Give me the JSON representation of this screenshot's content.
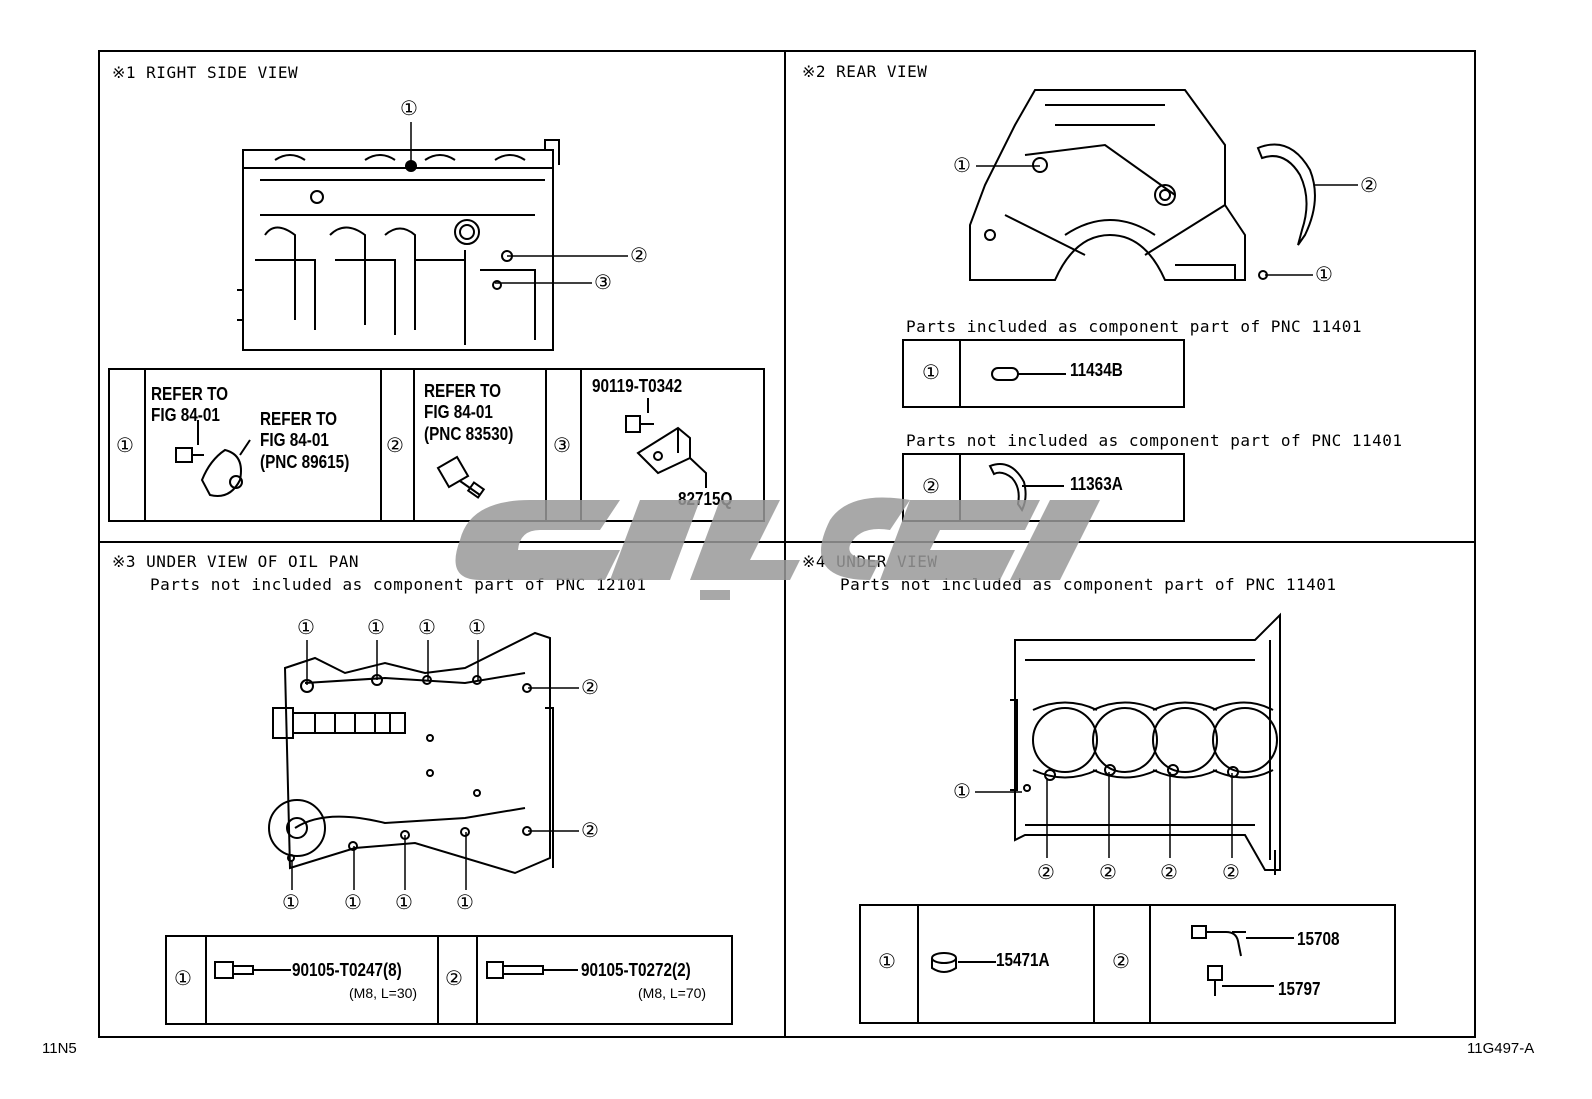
{
  "panels": {
    "p1": {
      "title": "※1 RIGHT SIDE VIEW",
      "refs": [
        "①",
        "②",
        "③"
      ],
      "table": {
        "c1": "①",
        "c1_text1": "REFER TO",
        "c1_text2": "FIG 84-01",
        "c1_text3": "REFER TO",
        "c1_text4": "FIG 84-01",
        "c1_text5": "(PNC 89615)",
        "c2": "②",
        "c2_text1": "REFER TO",
        "c2_text2": "FIG 84-01",
        "c2_text3": "(PNC 83530)",
        "c3": "③",
        "c3_part": "90119-T0342",
        "c3_part2": "82715Q"
      }
    },
    "p2": {
      "title": "※2 REAR VIEW",
      "refs": [
        "①",
        "②",
        "①"
      ],
      "note1": "Parts included as component part of PNC 11401",
      "row1_idx": "①",
      "row1_part": "11434B",
      "note2": "Parts not included as component part of PNC 11401",
      "row2_idx": "②",
      "row2_part": "11363A"
    },
    "p3": {
      "title": "※3 UNDER VIEW OF OIL PAN",
      "subtitle": "Parts not included as component part of PNC 12101",
      "refs_top": [
        "①",
        "①",
        "①",
        "①"
      ],
      "ref_right1": "②",
      "ref_right2": "②",
      "refs_bottom": [
        "①",
        "①",
        "①",
        "①"
      ],
      "table": {
        "idx1": "①",
        "part1": "90105-T0247(8)",
        "spec1": "(M8, L=30)",
        "idx2": "②",
        "part2": "90105-T0272(2)",
        "spec2": "(M8, L=70)"
      }
    },
    "p4": {
      "title": "※4 UNDER VIEW",
      "subtitle": "Parts not included as component part of PNC 11401",
      "ref_left": "①",
      "refs_bottom": [
        "②",
        "②",
        "②",
        "②"
      ],
      "table": {
        "idx1": "①",
        "part1": "15471A",
        "idx2": "②",
        "part2a": "15708",
        "part2b": "15797"
      }
    }
  },
  "footer": {
    "left": "11N5",
    "right": "11G497-A"
  }
}
